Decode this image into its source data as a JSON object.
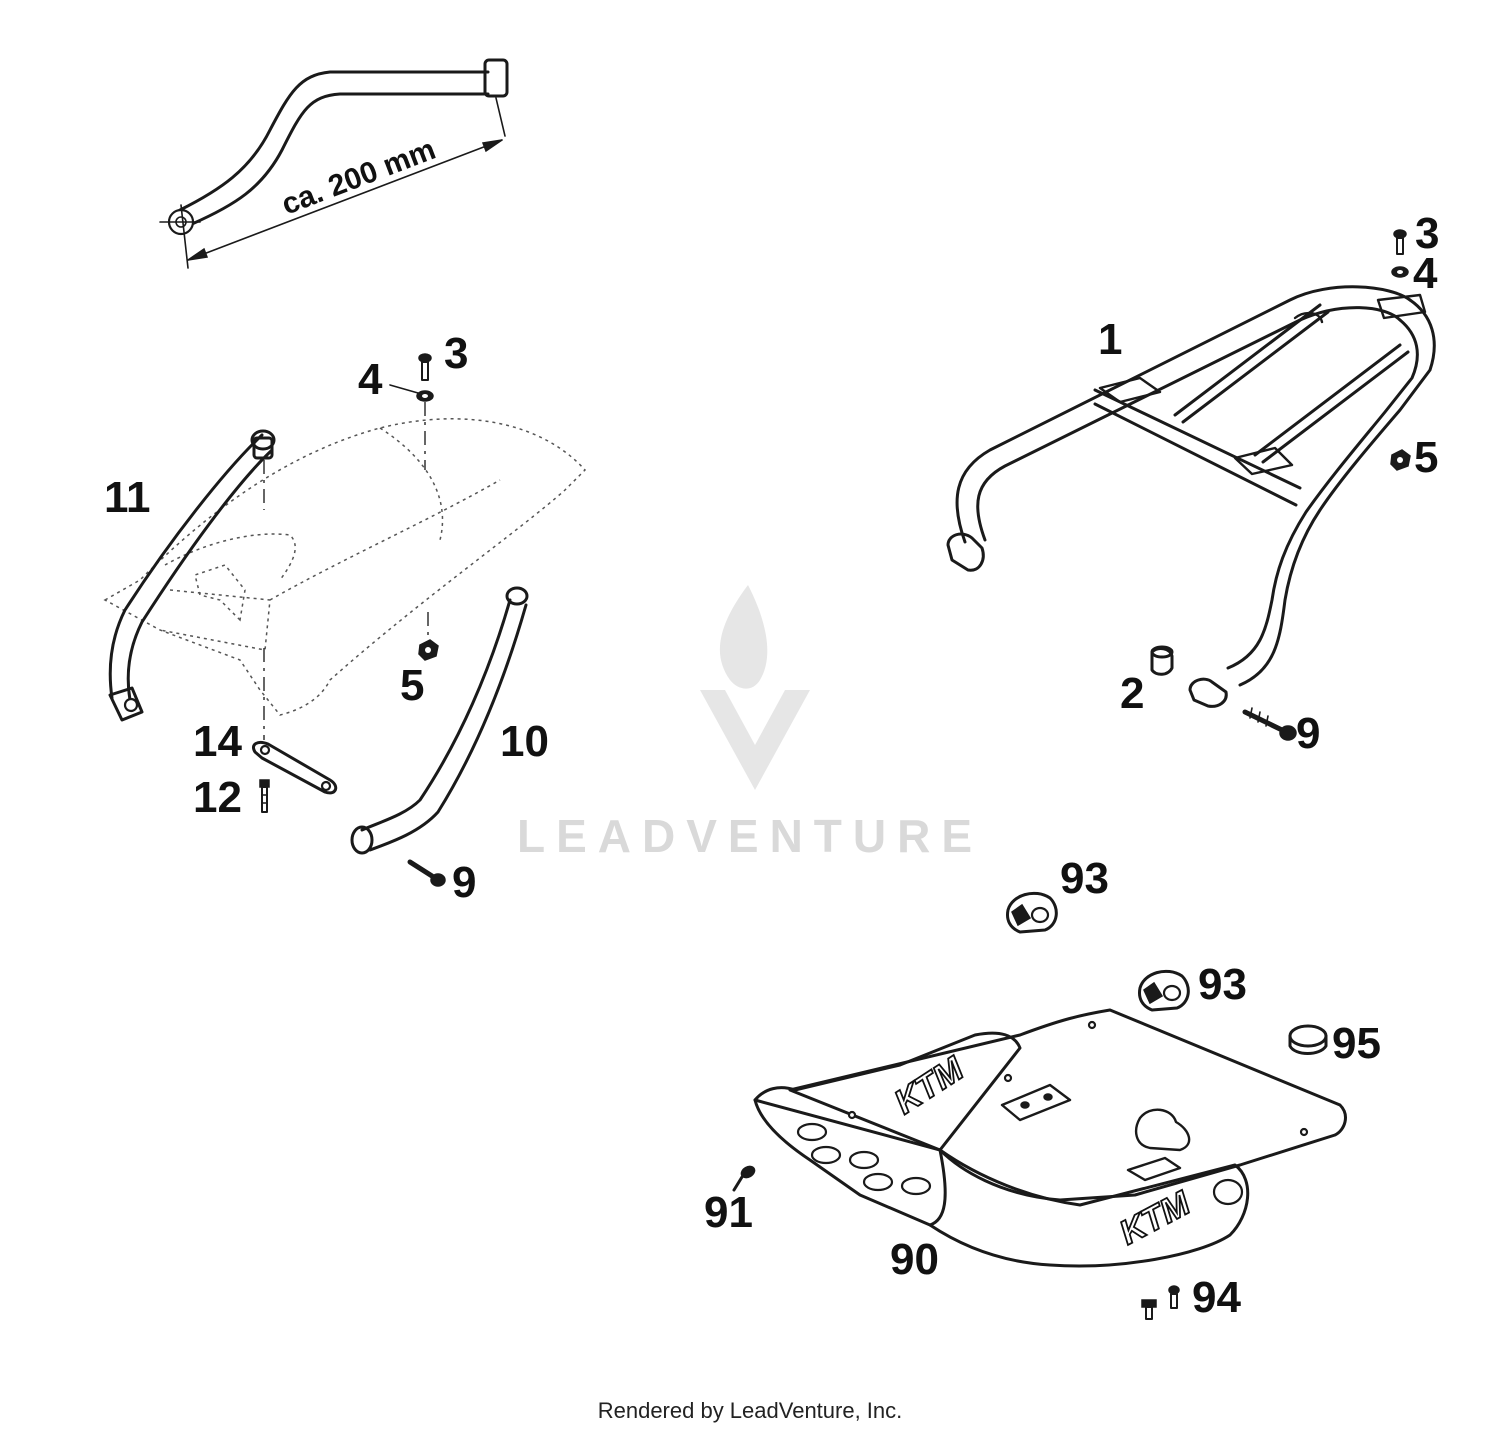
{
  "dimension": {
    "text": "ca. 200 mm"
  },
  "callouts": {
    "detail_3": "3",
    "detail_4": "4",
    "detail_11": "11",
    "detail_5": "5",
    "detail_14": "14",
    "detail_12": "12",
    "detail_10": "10",
    "detail_9": "9",
    "rack_3": "3",
    "rack_4": "4",
    "rack_1": "1",
    "rack_5": "5",
    "rack_2": "2",
    "rack_9": "9",
    "plate_93a": "93",
    "plate_93b": "93",
    "plate_95": "95",
    "plate_91": "91",
    "plate_90": "90",
    "plate_94": "94"
  },
  "markings": {
    "plate_side": "KTM",
    "plate_front": "KTM"
  },
  "watermark": {
    "brand": "LEADVENTURE"
  },
  "footer": {
    "credit": "Rendered by LeadVenture, Inc."
  },
  "colors": {
    "line": "#1a1a1a",
    "watermark": "#d9d9d9",
    "background": "#ffffff"
  }
}
